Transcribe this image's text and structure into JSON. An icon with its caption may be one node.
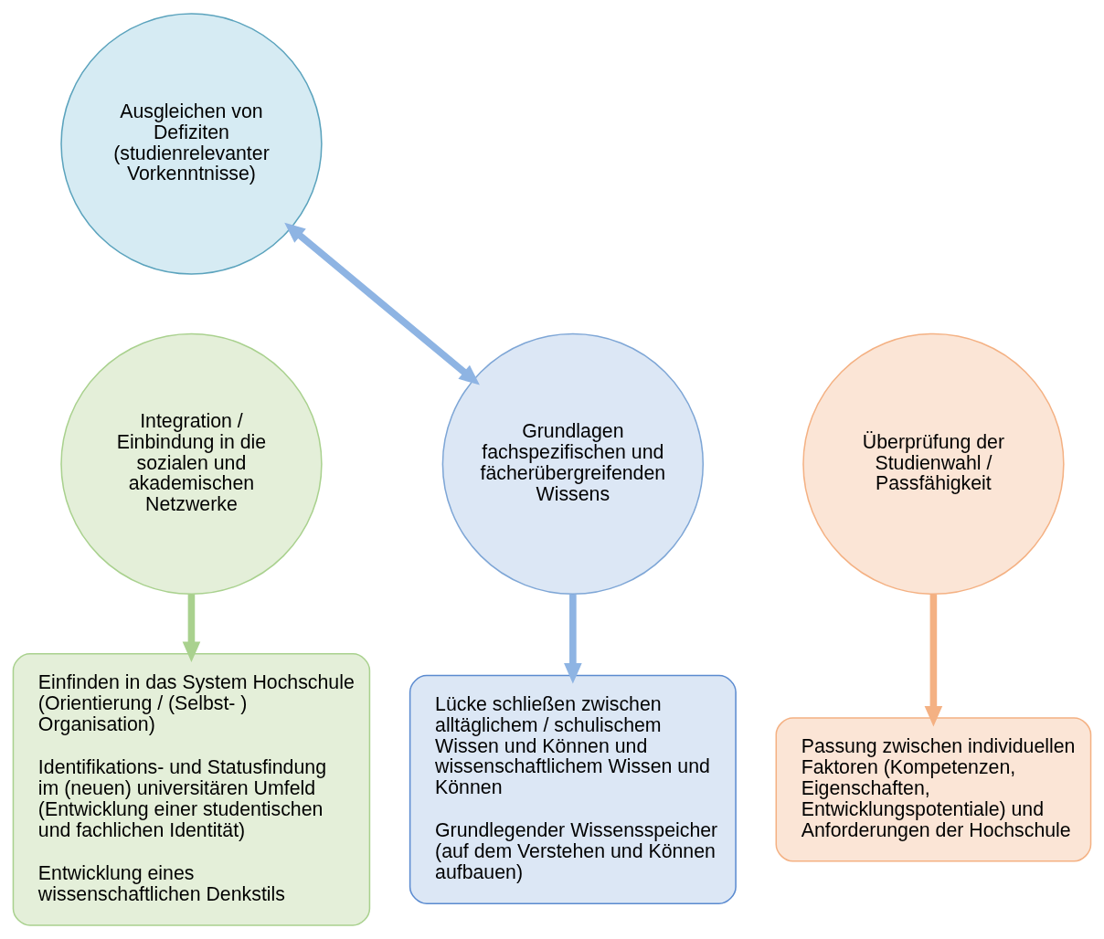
{
  "diagram": {
    "nodes": [
      {
        "text": [
          "Ausgleichen von Defiziten (studienrelevanter Vorkenntnisse)"
        ]
      },
      {
        "text": [
          "Grundlagen fachspezifischen und fächerübergreifenden Wissens"
        ]
      },
      {
        "text": [
          "Integration / Einbindung in die sozialen und akademischen Netzwerke"
        ]
      },
      {
        "text": [
          "Überprüfung der Studienwahl / Passfähigkeit"
        ]
      },
      {
        "text": [
          "Lücke schließen zwischen alltäglichem / schulischem Wissen und Können und wissenschaftlichem Wissen und Können",
          "Grundlegender Wissensspeicher (auf dem Verstehen und Können aufbauen)"
        ]
      },
      {
        "text": [
          "Einfinden in das System Hochschule (Orientierung / (Selbst- ) Organisation)",
          "Identifikations- und Statusfindung im (neuen) universitären Umfeld (Entwicklung einer studentischen und fachlichen Identität)",
          "Entwicklung eines wissenschaftlichen Denkstils"
        ]
      },
      {
        "text": [
          "Passung zwischen individuellen Faktoren (Kompetenzen, Eigenschaften, Entwicklungspotentiale) und Anforderungen der Hochschule"
        ]
      }
    ],
    "edges": [
      {
        "from": 1,
        "to": 0,
        "arrow": "both",
        "color": "#8eb4e3"
      },
      {
        "from": 1,
        "to": 4,
        "arrow": "to",
        "color": "#8eb4e3"
      },
      {
        "from": 2,
        "to": 5,
        "arrow": "to",
        "color": "#a9d18e"
      },
      {
        "from": 3,
        "to": 6,
        "arrow": "to",
        "color": "#f4b183"
      }
    ]
  }
}
